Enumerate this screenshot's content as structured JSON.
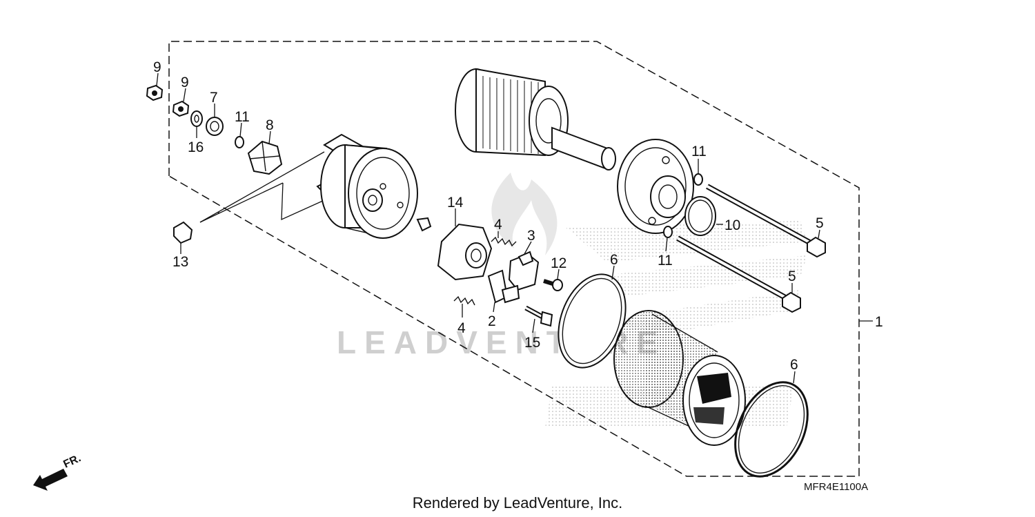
{
  "diagram": {
    "watermark": "LEADVENTURE",
    "reference_code": "MFR4E1100A",
    "direction_label": "FR.",
    "footer": "Rendered by LeadVenture, Inc.",
    "callouts": {
      "c1": "1",
      "c2": "2",
      "c3": "3",
      "c4a": "4",
      "c4b": "4",
      "c5a": "5",
      "c5b": "5",
      "c6a": "6",
      "c6b": "6",
      "c7": "7",
      "c8": "8",
      "c9a": "9",
      "c9b": "9",
      "c10": "10",
      "c11a": "11",
      "c11b": "11",
      "c11c": "11",
      "c12": "12",
      "c13": "13",
      "c14": "14",
      "c15": "15",
      "c16": "16"
    }
  }
}
